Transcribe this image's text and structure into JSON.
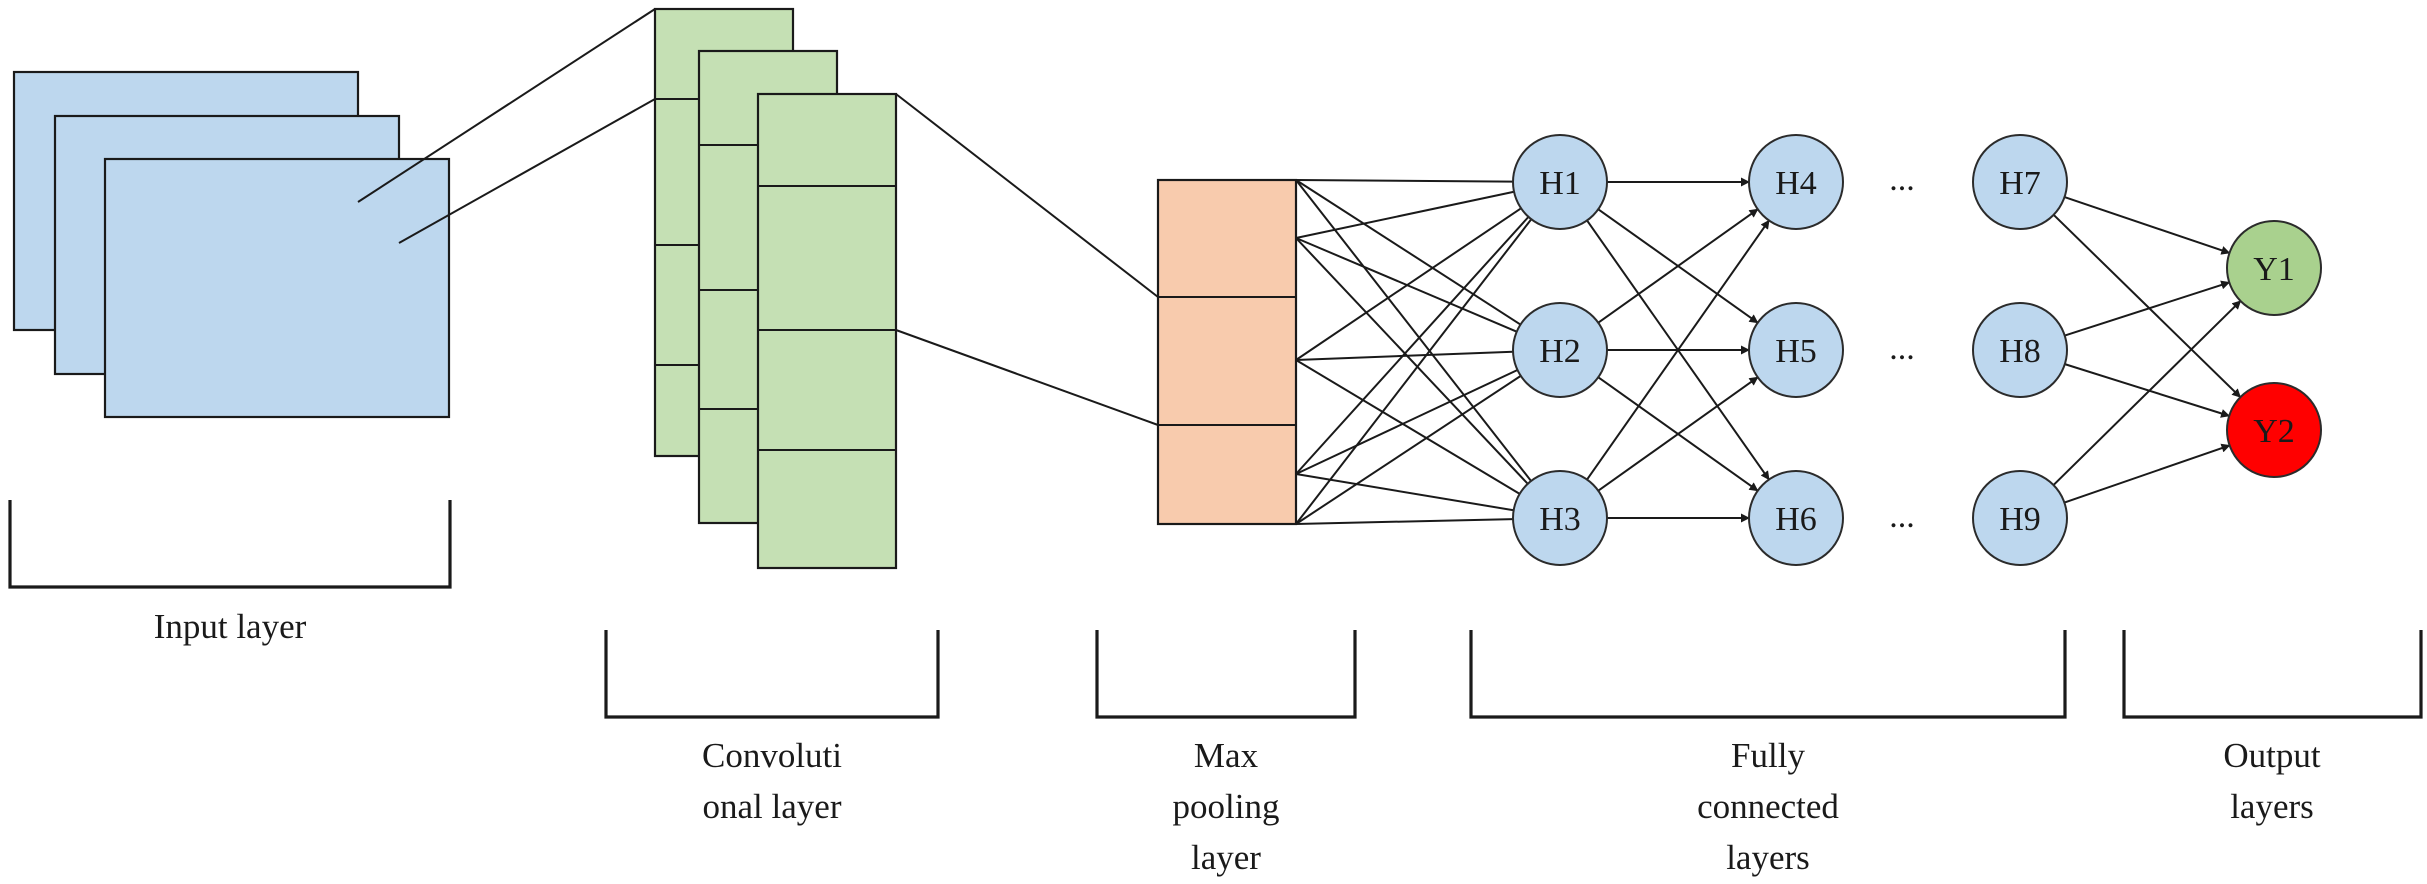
{
  "colors": {
    "input": "#bdd7ee",
    "conv": "#c5e0b4",
    "pool": "#f8cbad",
    "hidden": "#bdd7ee",
    "y1": "#a9d18e",
    "y2": "#ff0000"
  },
  "nodes": {
    "h1": "H1",
    "h2": "H2",
    "h3": "H3",
    "h4": "H4",
    "h5": "H5",
    "h6": "H6",
    "h7": "H7",
    "h8": "H8",
    "h9": "H9",
    "y1": "Y1",
    "y2": "Y2"
  },
  "ellipsis": "...",
  "captions": {
    "input": [
      "Input layer"
    ],
    "conv": [
      "Convoluti",
      "onal layer"
    ],
    "pool": [
      "Max",
      "pooling",
      "layer"
    ],
    "fc": [
      "Fully",
      "connected",
      "layers"
    ],
    "output": [
      "Output",
      "layers"
    ]
  }
}
